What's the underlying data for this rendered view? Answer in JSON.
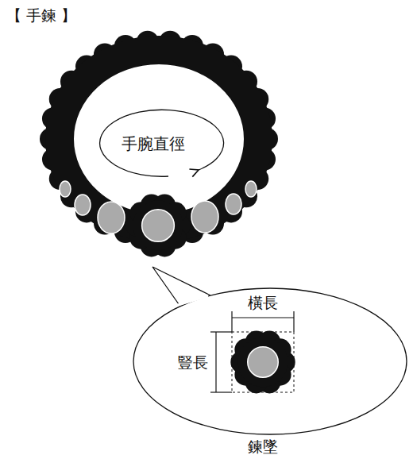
{
  "diagram": {
    "title": "【 手鍊 】",
    "labels": [
      "手腕直徑",
      "橫長",
      "豎長",
      "鍊墜"
    ]
  }
}
